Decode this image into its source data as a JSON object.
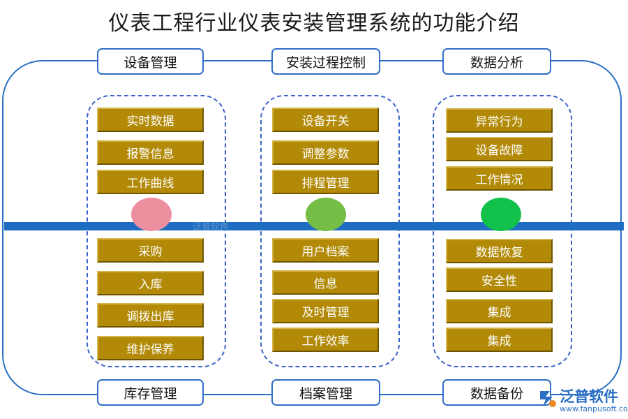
{
  "title": "仪表工程行业仪表安装管理系统的功能介绍",
  "colors": {
    "frame": "#2a6fc4",
    "timeline": "#1f6dc2",
    "item_fill": "#b28a07",
    "item_text": "#ffffff",
    "dashed_border": "#3b63c7"
  },
  "columns": [
    {
      "top_label": "设备管理",
      "bottom_label": "库存管理",
      "node_color": "#ee8f9f",
      "top_items": [
        "实时数据",
        "报警信息",
        "工作曲线"
      ],
      "bottom_items": [
        "采购",
        "入库",
        "调拨出库",
        "维护保养"
      ]
    },
    {
      "top_label": "安装过程控制",
      "bottom_label": "档案管理",
      "node_color": "#76bd45",
      "top_items": [
        "设备开关",
        "调整参数",
        "排程管理"
      ],
      "bottom_items": [
        "用户档案",
        "信息",
        "及时管理",
        "工作效率"
      ]
    },
    {
      "top_label": "数据分析",
      "bottom_label": "数据备份",
      "node_color": "#12c14a",
      "top_items": [
        "异常行为",
        "设备故障",
        "工作情况"
      ],
      "bottom_items": [
        "数据恢复",
        "安全性",
        "集成",
        "集成"
      ]
    }
  ],
  "watermark": {
    "center_text": "泛普软件",
    "brand_name": "泛普软件",
    "brand_url": "www.fanpusoft.com",
    "logo_icon": "fanpu-logo-icon"
  }
}
